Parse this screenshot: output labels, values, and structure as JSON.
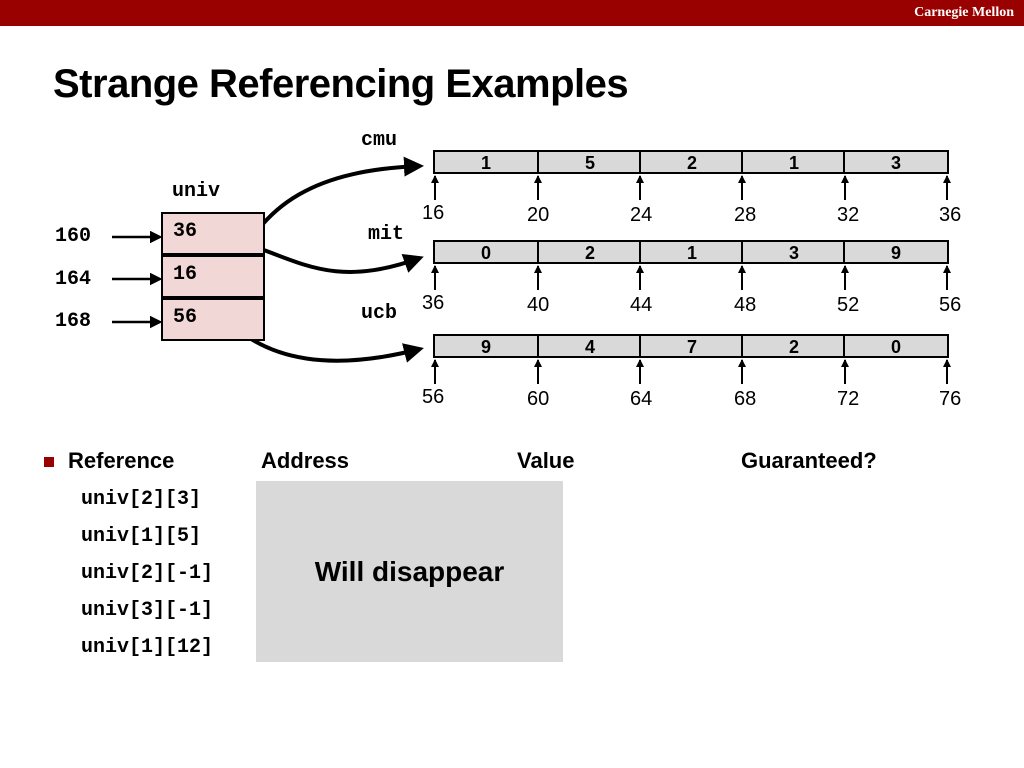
{
  "header": {
    "brand": "Carnegie Mellon"
  },
  "title": "Strange Referencing Examples",
  "diagram": {
    "univ_label": "univ",
    "univ_addresses": [
      "160",
      "164",
      "168"
    ],
    "univ_values": [
      "36",
      "16",
      "56"
    ],
    "arrays": [
      {
        "name": "cmu",
        "values": [
          "1",
          "5",
          "2",
          "1",
          "3"
        ],
        "addresses": [
          "16",
          "20",
          "24",
          "28",
          "32",
          "36"
        ]
      },
      {
        "name": "mit",
        "values": [
          "0",
          "2",
          "1",
          "3",
          "9"
        ],
        "addresses": [
          "36",
          "40",
          "44",
          "48",
          "52",
          "56"
        ]
      },
      {
        "name": "ucb",
        "values": [
          "9",
          "4",
          "7",
          "2",
          "0"
        ],
        "addresses": [
          "56",
          "60",
          "64",
          "68",
          "72",
          "76"
        ]
      }
    ]
  },
  "table": {
    "headers": {
      "reference": "Reference",
      "address": "Address",
      "value": "Value",
      "guaranteed": "Guaranteed?"
    },
    "references": [
      "univ[2][3]",
      "univ[1][5]",
      "univ[2][-1]",
      "univ[3][-1]",
      "univ[1][12]"
    ],
    "overlay_text": "Will disappear"
  },
  "colors": {
    "brand_bar": "#990000",
    "array_fill": "#d9d9d9",
    "univ_fill": "#f2d7d7"
  }
}
